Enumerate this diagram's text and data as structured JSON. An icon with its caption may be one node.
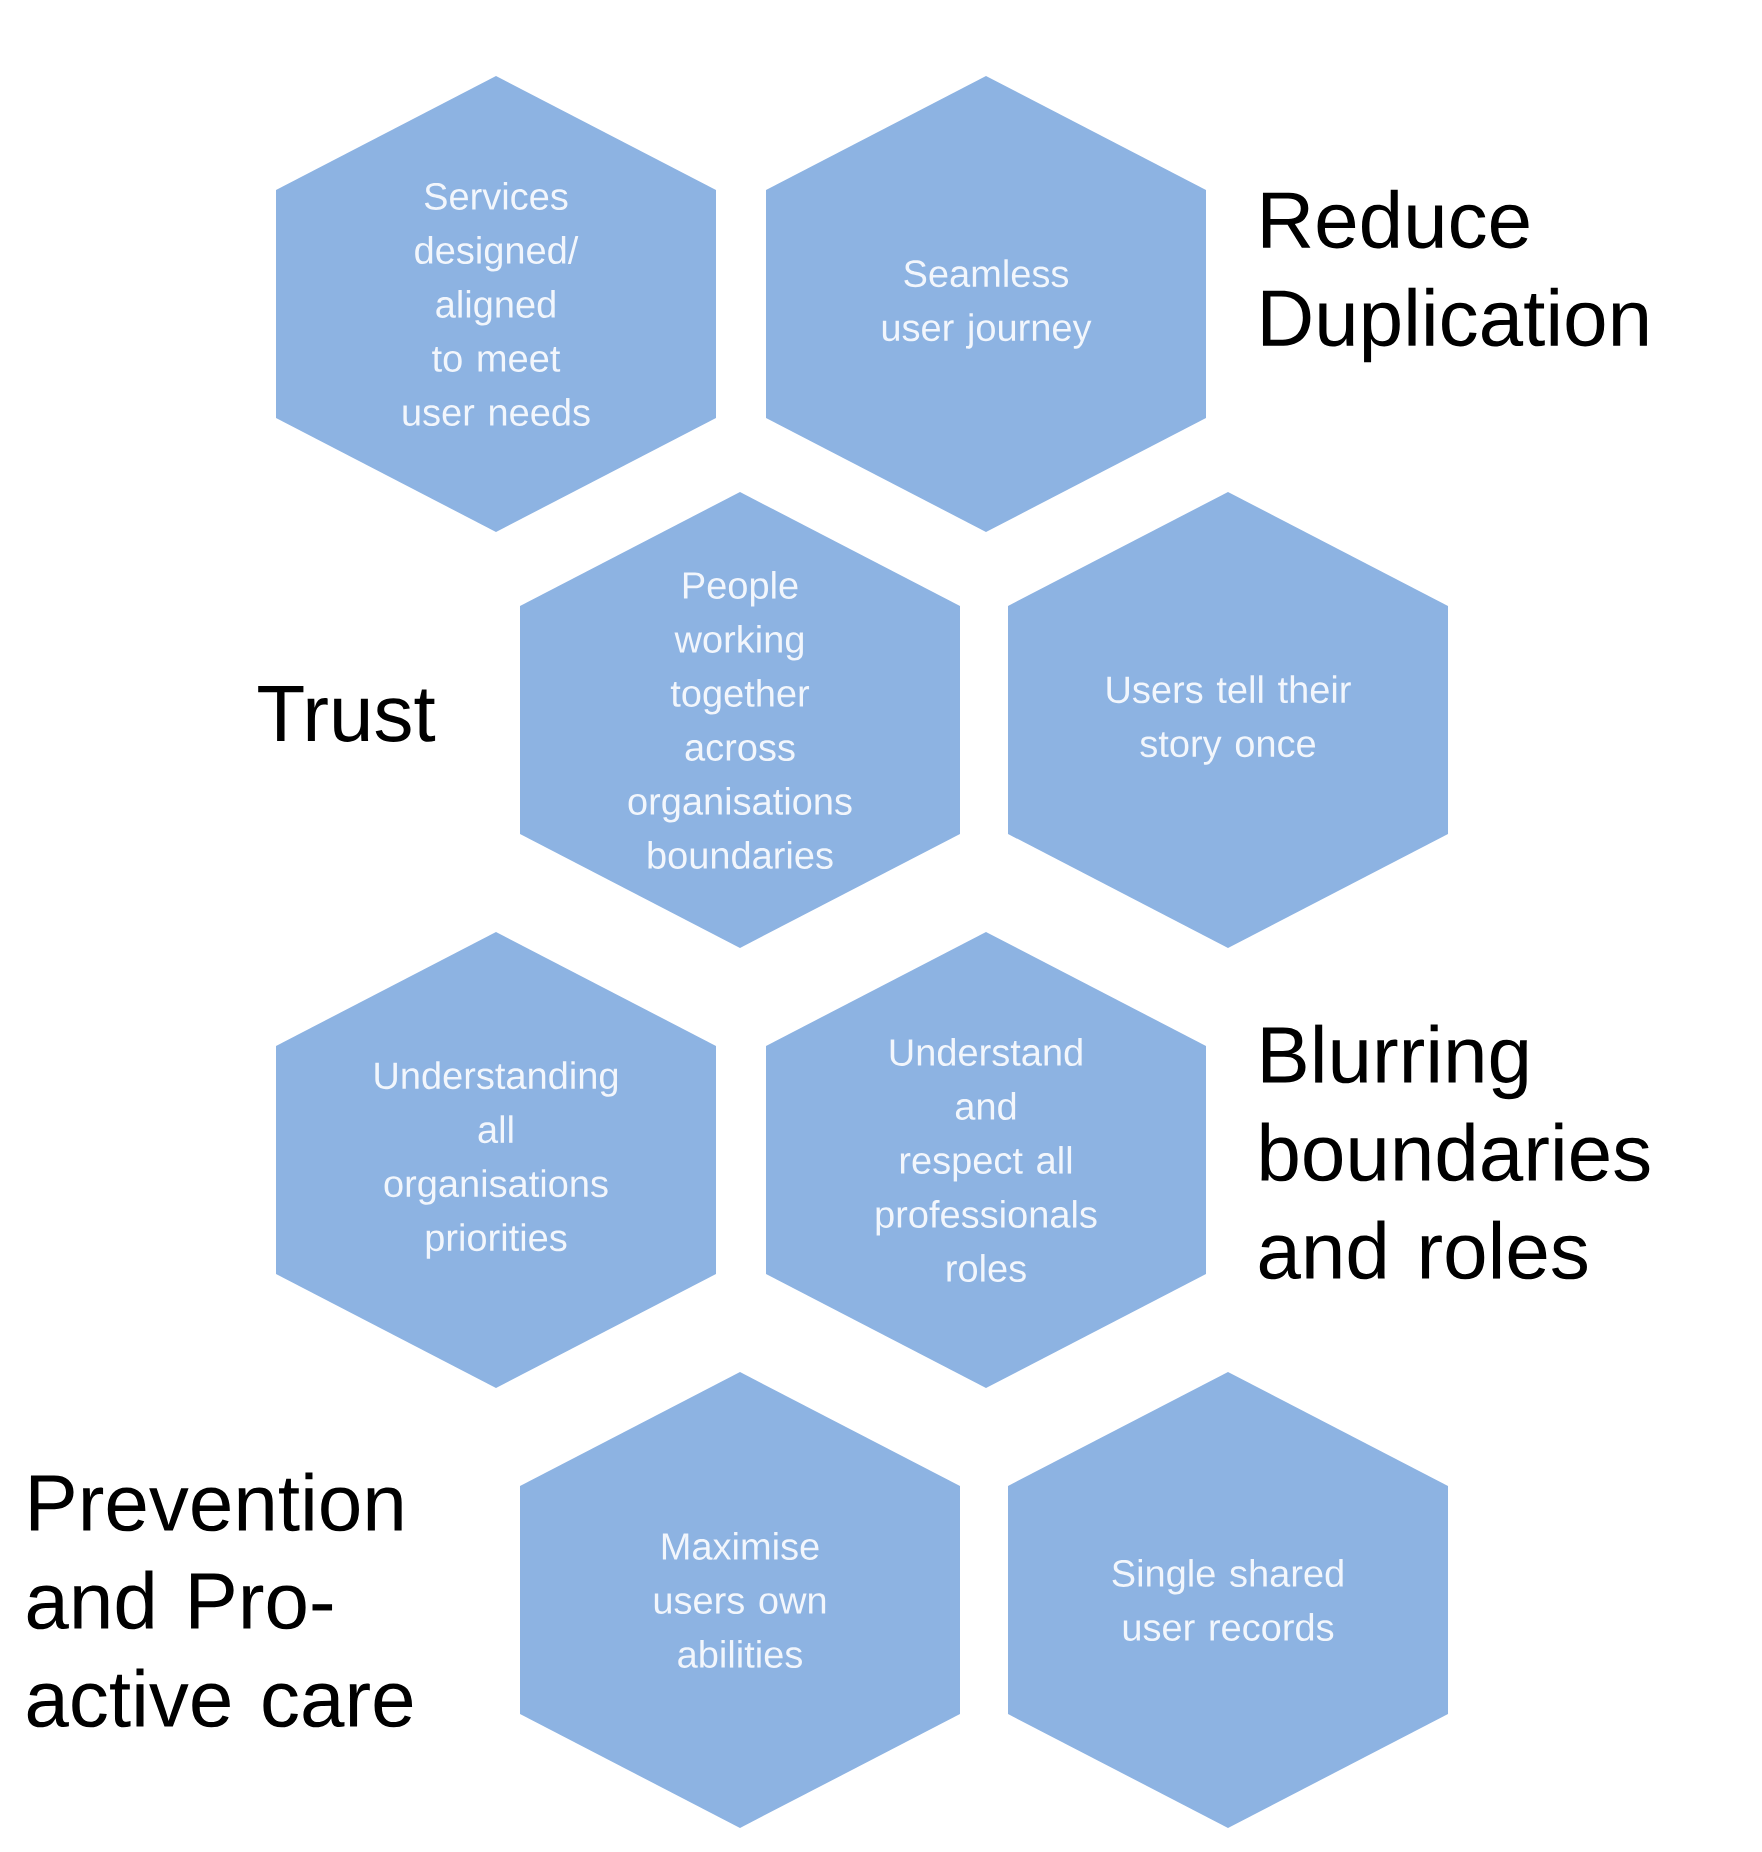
{
  "diagram": {
    "nodes": [
      {
        "text": [
          "Services designed/ aligned to meet user needs"
        ]
      },
      {
        "text": [
          "Seamless user journey"
        ]
      },
      {
        "text": [
          "People working together across organisations boundaries"
        ]
      },
      {
        "text": [
          "Users tell their story once"
        ]
      },
      {
        "text": [
          "Understanding all organisations priorities"
        ]
      },
      {
        "text": [
          "Understand and respect all professionals roles"
        ]
      },
      {
        "text": [
          "Maximise users own abilities"
        ]
      },
      {
        "text": [
          "Single shared user records"
        ]
      }
    ],
    "labels": [
      "Reduce Duplication",
      "Trust",
      "Blurring boundaries and roles",
      "Prevention and Pro-active care"
    ]
  }
}
